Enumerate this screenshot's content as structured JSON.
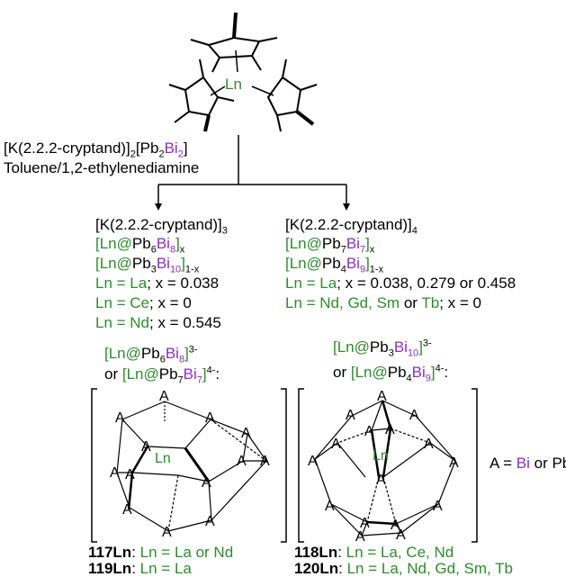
{
  "colors": {
    "green": "#2e8b2e",
    "purple": "#8a2fbe",
    "black": "#000000"
  },
  "complex": {
    "metal": "Ln"
  },
  "reagents": {
    "line1_pre": "[K(2.2.2-cryptand)]",
    "line1_sub": "2",
    "line1_open": "[Pb",
    "line1_sub2": "2",
    "line1_bi": "Bi",
    "line1_sub3": "2",
    "line1_close": "]",
    "line2": "Toluene/1,2-ethylenediamine"
  },
  "left_product": {
    "l1_text": "[K(2.2.2-cryptand)]",
    "l1_sub": "3",
    "l2_a": "[Ln@",
    "l2_b": "Pb",
    "l2_c": "6",
    "l2_d": "Bi",
    "l2_e": "8",
    "l2_f": "]",
    "l2_g": "x",
    "l3_a": "[Ln@",
    "l3_b": "Pb",
    "l3_c": "3",
    "l3_d": "Bi",
    "l3_e": "10",
    "l3_f": "]",
    "l3_g": "1-x",
    "l4": "Ln = La",
    "l4_rest": "; x = 0.038",
    "l5": "Ln = Ce",
    "l5_rest": "; x = 0",
    "l6": "Ln = Nd",
    "l6_rest": "; x = 0.545"
  },
  "right_product": {
    "l1_text": "[K(2.2.2-cryptand)]",
    "l1_sub": "4",
    "l2_a": "[Ln@",
    "l2_b": "Pb",
    "l2_c": "7",
    "l2_d": "Bi",
    "l2_e": "7",
    "l2_f": "]",
    "l2_g": "x",
    "l3_a": "[Ln@",
    "l3_b": "Pb",
    "l3_c": "4",
    "l3_d": "Bi",
    "l3_e": "9",
    "l3_f": "]",
    "l3_g": "1-x",
    "l4": "Ln = La",
    "l4_rest": "; x = 0.038, 0.279 or 0.458",
    "l5": "Ln = Nd, Gd, Sm",
    "l5_or": " or ",
    "l5_tb": "Tb",
    "l5_rest": "; x = 0"
  },
  "left_cluster": {
    "h1_a": "[Ln@",
    "h1_b": "Pb",
    "h1_c": "6",
    "h1_d": "Bi",
    "h1_e": "8",
    "h1_f": "]",
    "h1_sup": "3-",
    "h2_or": "or ",
    "h2_a": "[Ln@",
    "h2_b": "Pb",
    "h2_c": "7",
    "h2_d": "Bi",
    "h2_e": "7",
    "h2_f": "]",
    "h2_sup": "4-",
    "h2_colon": ":",
    "atom": "A",
    "center": "Ln"
  },
  "right_cluster": {
    "h1_a": "[Ln@",
    "h1_b": "Pb",
    "h1_c": "3",
    "h1_d": "Bi",
    "h1_e": "10",
    "h1_f": "]",
    "h1_sup": "3-",
    "h2_or": "or ",
    "h2_a": "[Ln@",
    "h2_b": "Pb",
    "h2_c": "4",
    "h2_d": "Bi",
    "h2_e": "9",
    "h2_f": "]",
    "h2_sup": "4-",
    "h2_colon": ":",
    "atom": "A",
    "center": "Ln"
  },
  "legend": {
    "a": "A = ",
    "bi": "Bi",
    "or": " or Pb"
  },
  "labels": {
    "c117": "117Ln",
    "c117_rest": ": ",
    "c117_val": "Ln = La or Nd",
    "c119": "119Ln",
    "c119_rest": ": ",
    "c119_val": "Ln = La",
    "c118": "118Ln",
    "c118_rest": ": ",
    "c118_val": "Ln = La, Ce, Nd",
    "c120": "120Ln",
    "c120_rest": ": ",
    "c120_val": "Ln = La, Nd, Gd, Sm, Tb"
  }
}
